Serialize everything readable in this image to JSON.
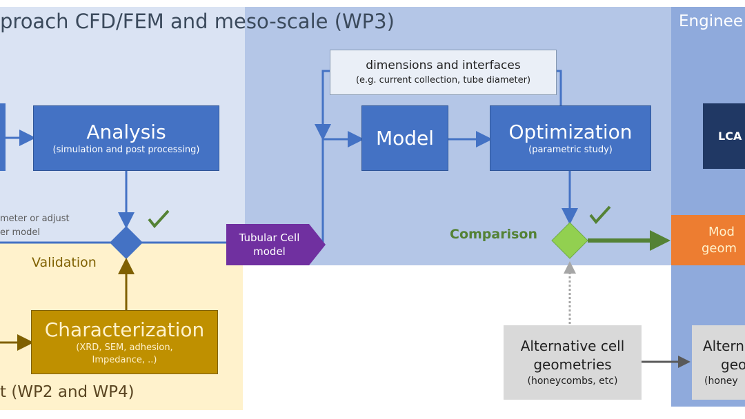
{
  "title_left": "proach CFD/FEM and meso-scale (WP3)",
  "title_right": "Enginee",
  "loop_note": [
    "meter or adjust",
    "er model"
  ],
  "validation_label": "Validation",
  "experiment_label": "t (WP2 and WP4)",
  "analysis": {
    "title": "Analysis",
    "sub": "(simulation and post processing)"
  },
  "characterization": {
    "title": "Characterization",
    "sub1": "(XRD, SEM, adhesion,",
    "sub2": "Impedance, ..)"
  },
  "tubular": {
    "line1": "Tubular Cell",
    "line2": "model"
  },
  "dimensions": {
    "line1": "dimensions and interfaces",
    "line2": "(e.g. current collection, tube diameter)"
  },
  "model": {
    "title": "Model"
  },
  "optimization": {
    "title": "Optimization",
    "sub": "(parametric study)"
  },
  "comparison_label": "Comparison",
  "lca": {
    "title": "LCA"
  },
  "orange": {
    "line1": "Mod",
    "line2": "geom"
  },
  "alt_cell": {
    "line1": "Alternative cell",
    "line2": "geometries",
    "line3": "(honeycombs, etc)"
  },
  "alt_right": {
    "line1": "Altern",
    "line2": "geo",
    "line3": "(honey"
  },
  "colors": {
    "blue_box": "#4472c4",
    "panel_light": "#dae3f3",
    "panel_mid": "#b4c6e7",
    "panel_right": "#8faadc",
    "yellow_panel": "#fff2cc",
    "char_box": "#bf9000",
    "purple": "#7030a0",
    "green": "#548235",
    "green_diamond": "#92d050",
    "orange": "#ed7d31",
    "navy": "#203864",
    "gray_box": "#d9d9d9"
  }
}
